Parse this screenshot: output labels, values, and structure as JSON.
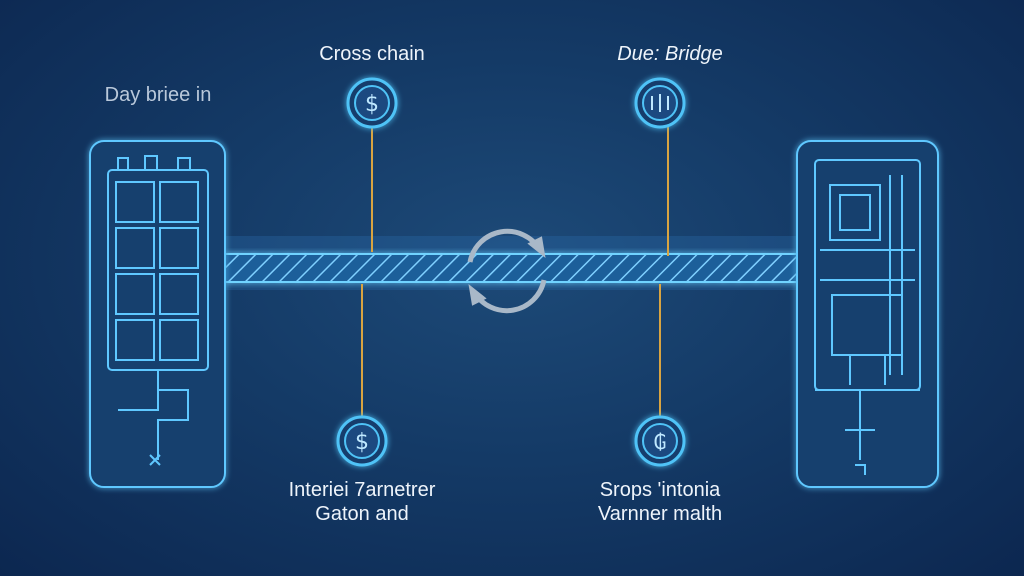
{
  "labels": {
    "left_heading": "Day briee in",
    "top_left": "Cross chain",
    "top_right": "Due: Bridge",
    "bottom_left_line1": "Interiei 7arnetrer",
    "bottom_left_line2": "Gaton and",
    "bottom_right_line1": "Srops 'intonia",
    "bottom_right_line2": "Varnner malth"
  },
  "icons": {
    "top_left": "dollar-coin-icon",
    "top_right": "bridge-coin-icon",
    "bottom_left": "dollar-coin-icon",
    "bottom_right": "currency-coin-icon",
    "center": "sync-icon"
  },
  "colors": {
    "glow": "#4fc3f7",
    "connector": "#d9a441",
    "background": "#143a66"
  }
}
